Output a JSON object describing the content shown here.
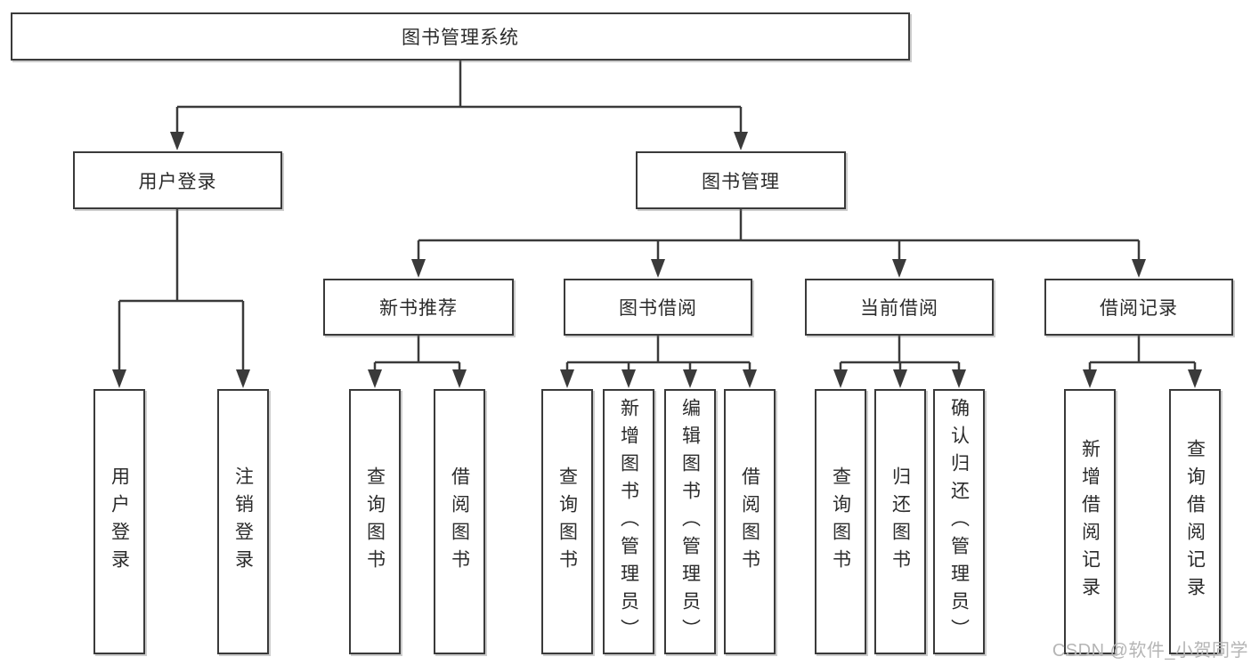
{
  "diagram": {
    "root": {
      "label": "图书管理系统"
    },
    "user_login": {
      "label": "用户登录",
      "children": [
        {
          "label": "用户登录"
        },
        {
          "label": "注销登录"
        }
      ]
    },
    "book_mgmt": {
      "label": "图书管理",
      "children": [
        {
          "label": "新书推荐",
          "children": [
            {
              "label": "查询图书"
            },
            {
              "label": "借阅图书"
            }
          ]
        },
        {
          "label": "图书借阅",
          "children": [
            {
              "label": "查询图书"
            },
            {
              "label": "新增图书（管理员）"
            },
            {
              "label": "编辑图书（管理员）"
            },
            {
              "label": "借阅图书"
            }
          ]
        },
        {
          "label": "当前借阅",
          "children": [
            {
              "label": "查询图书"
            },
            {
              "label": "归还图书"
            },
            {
              "label": "确认归还（管理员）"
            }
          ]
        },
        {
          "label": "借阅记录",
          "children": [
            {
              "label": "新增借阅记录"
            },
            {
              "label": "查询借阅记录"
            }
          ]
        }
      ]
    }
  },
  "watermark": {
    "text": "CSDN @软件_小贺同学"
  },
  "colors": {
    "line": "#3a3a3a",
    "box_border": "#3a3a3a",
    "box_fill": "#ffffff",
    "text": "#2b2b2b",
    "watermark": "#b5b5b5",
    "background": "#ffffff"
  }
}
